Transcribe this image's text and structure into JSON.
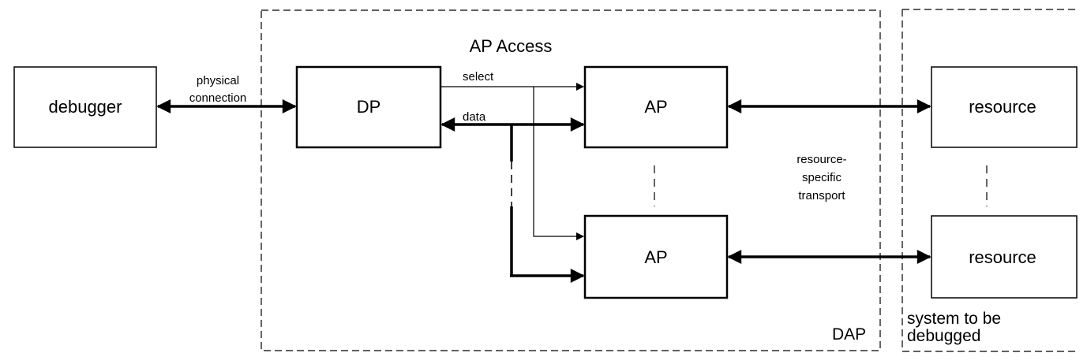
{
  "title": "AP Access",
  "boxes": {
    "debugger": "debugger",
    "dp": "DP",
    "ap_top": "AP",
    "ap_bottom": "AP",
    "resource_top": "resource",
    "resource_bottom": "resource"
  },
  "labels": {
    "physical_connection_line1": "physical",
    "physical_connection_line2": "connection",
    "select": "select",
    "data": "data",
    "transport_line1": "resource-",
    "transport_line2": "specific",
    "transport_line3": "transport"
  },
  "regions": {
    "dap": "DAP",
    "system_line1": "system to be",
    "system_line2": "debugged"
  }
}
